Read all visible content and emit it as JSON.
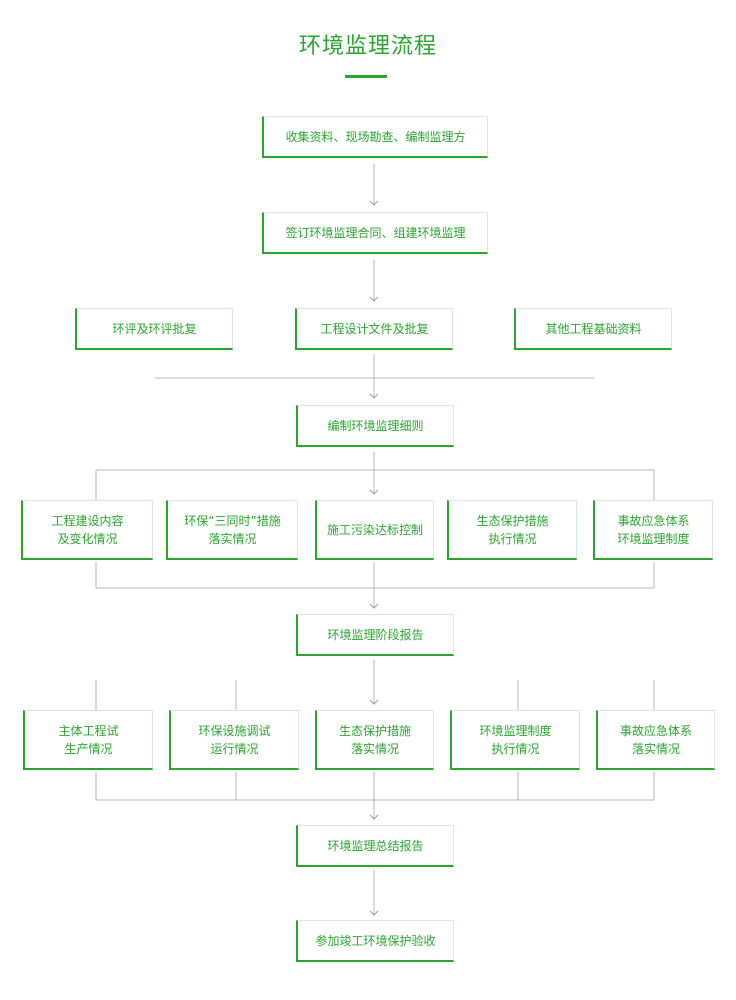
{
  "title": "环境监理流程",
  "nodes": {
    "n1": "收集资料、现场勘查、编制监理方",
    "n2": "签订环境监理合同、组建环境监理",
    "r1": [
      "环评及环评批复",
      "工程设计文件及批复",
      "其他工程基础资料"
    ],
    "n3": "编制环境监理细则",
    "r2": [
      [
        "工程建设内容",
        "及变化情况"
      ],
      [
        "环保“三同时”措施",
        "落实情况"
      ],
      [
        "施工污染达标控制"
      ],
      [
        "生态保护措施",
        "执行情况"
      ],
      [
        "事故应急体系",
        "环境监理制度"
      ]
    ],
    "n4": "环境监理阶段报告",
    "r3": [
      [
        "主体工程试",
        "生产情况"
      ],
      [
        "环保设施调试",
        "运行情况"
      ],
      [
        "生态保护措施",
        "落实情况"
      ],
      [
        "环境监理制度",
        "执行情况"
      ],
      [
        "事故应急体系",
        "落实情况"
      ]
    ],
    "n5": "环境监理总结报告",
    "n6": "参加竣工环境保护验收"
  },
  "colors": {
    "accent": "#2aa62f",
    "line": "#b7b7b7",
    "border": "#d7ecd7"
  }
}
